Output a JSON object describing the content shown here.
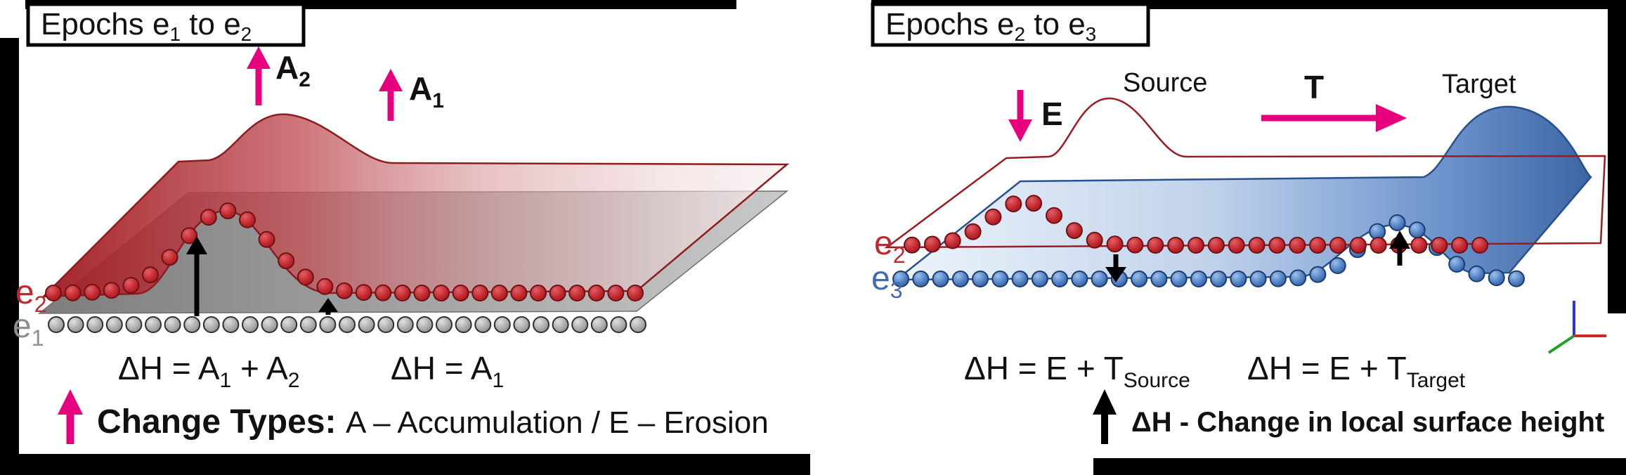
{
  "figure": {
    "panel_left": {
      "title": {
        "t1": "Epochs e",
        "sub1": "1",
        "t2": " to e",
        "sub2": "2"
      },
      "arrow_a2_label": {
        "t": "A",
        "sub": "2"
      },
      "arrow_a1_label": {
        "t": "A",
        "sub": "1"
      },
      "epoch_top_label": {
        "t": "e",
        "sub": "2"
      },
      "epoch_bottom_label": {
        "t": "e",
        "sub": "1"
      },
      "formula_hill": {
        "t1": "ΔH = A",
        "sub1": "1",
        "t2": " + A",
        "sub2": "2"
      },
      "formula_flat": {
        "t1": "ΔH = A",
        "sub1": "1"
      }
    },
    "panel_right": {
      "title": {
        "t1": "Epochs e",
        "sub1": "2",
        "t2": " to e",
        "sub2": "3"
      },
      "erosion_label": "E",
      "transport_label": "T",
      "source_label": "Source",
      "target_label": "Target",
      "epoch_top_label": {
        "t": "e",
        "sub": "2"
      },
      "epoch_bottom_label": {
        "t": "e",
        "sub": "3"
      },
      "formula_source": {
        "t1": "ΔH = E + T",
        "sub1": "Source"
      },
      "formula_target": {
        "t1": "ΔH = E + T",
        "sub1": "Target"
      }
    },
    "legend": {
      "change_types_title": "Change Types:",
      "change_types_text": "A – Accumulation / E – Erosion",
      "dh_text": "ΔH - Change in local surface height"
    },
    "colors": {
      "magenta_accent": "#e6007e",
      "epoch2_red": "#c1272d",
      "epoch1_gray": "#8f8f8f",
      "epoch3_blue": "#3f6cb5",
      "surface_outline_red": "#8e1b1f",
      "surface_outline_blue": "#27508f"
    }
  }
}
